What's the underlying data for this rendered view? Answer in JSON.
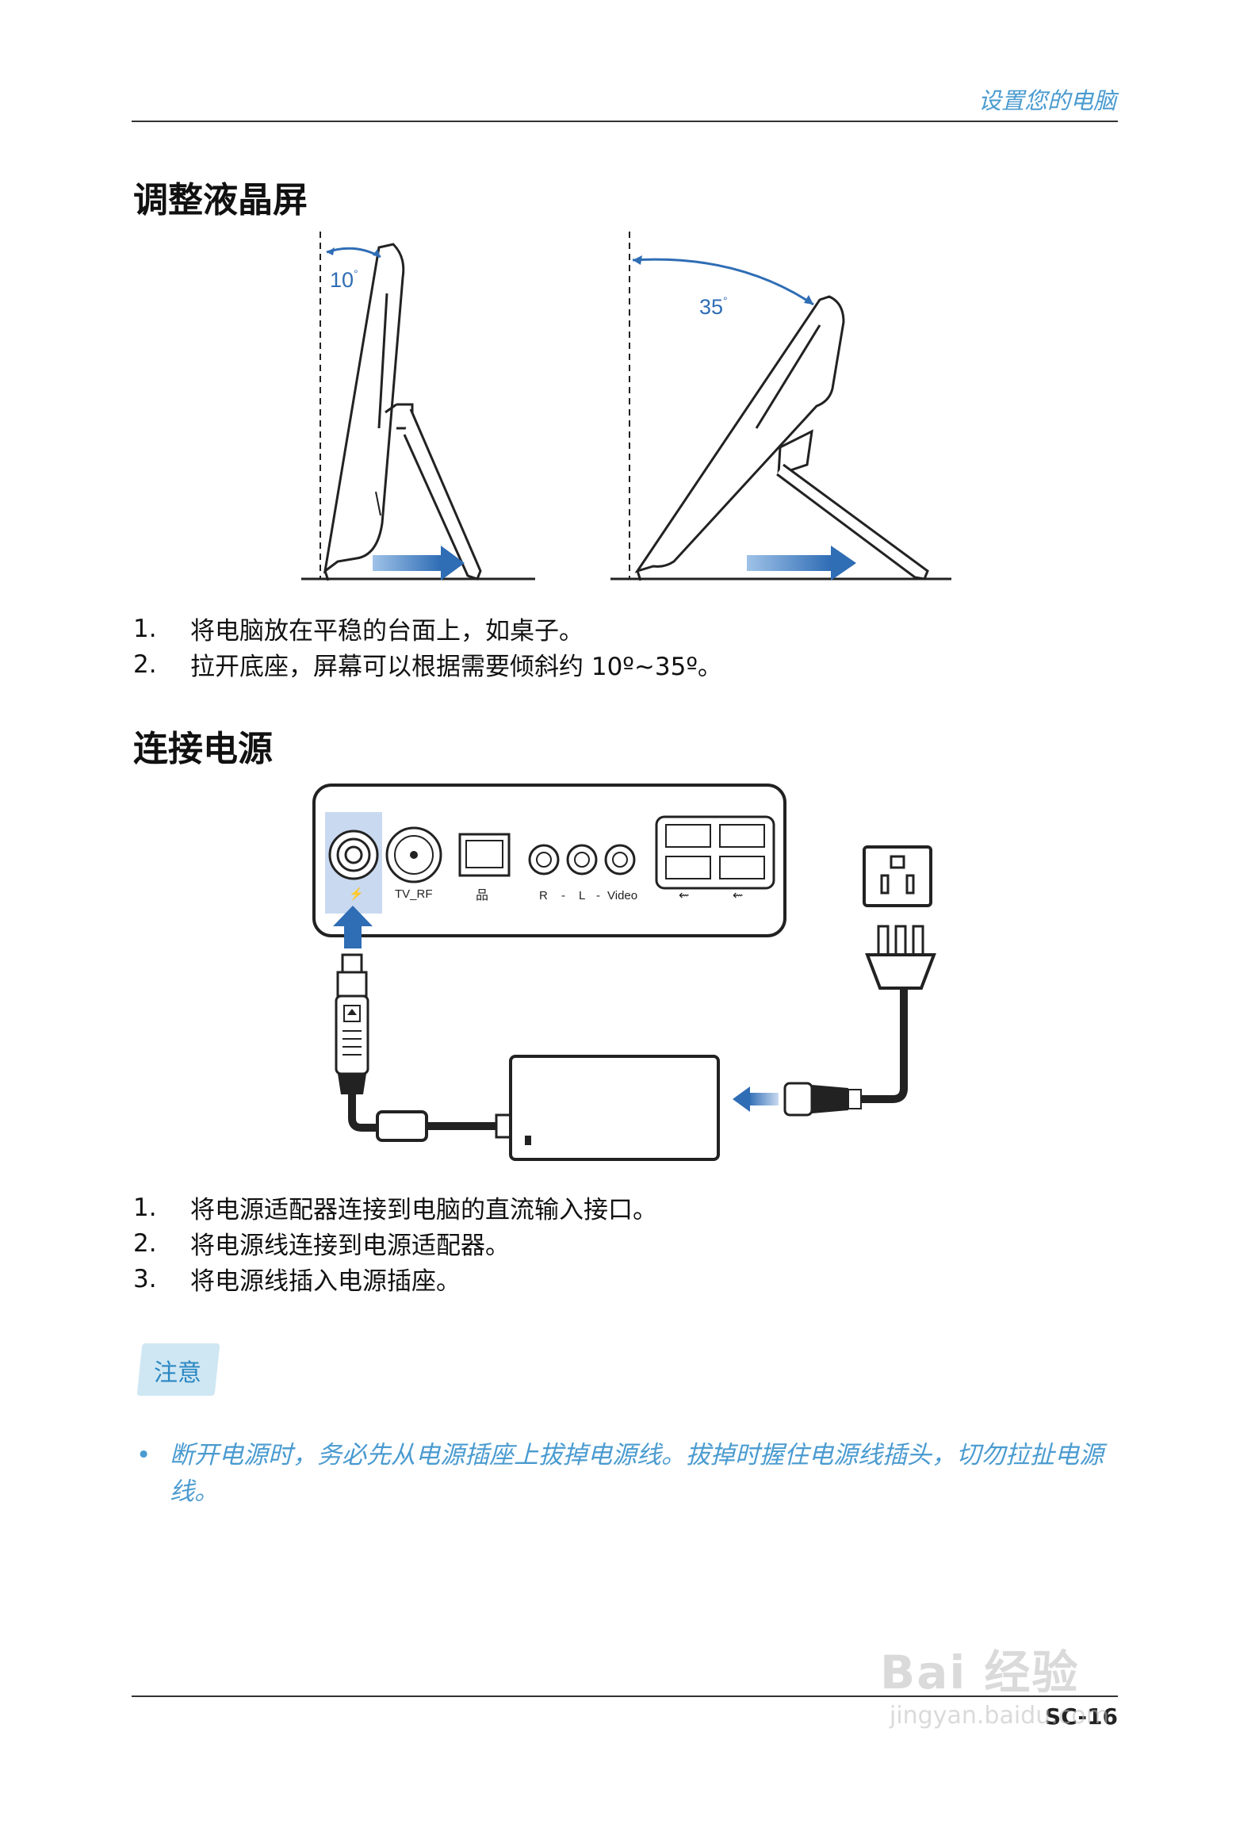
{
  "header": {
    "title": "设置您的电脑"
  },
  "section1": {
    "heading": "调整液晶屏",
    "angle_small": "10",
    "angle_large": "35",
    "steps": [
      {
        "num": "1.",
        "text": "将电脑放在平稳的台面上，如桌子。"
      },
      {
        "num": "2.",
        "text": "拉开底座，屏幕可以根据需要倾斜约 10º~35º。"
      }
    ]
  },
  "section2": {
    "heading": "连接电源",
    "port_labels": {
      "tv_rf": "TV_RF",
      "r": "R",
      "dash1": "-",
      "l": "L",
      "dash2": "-",
      "video": "Video"
    },
    "steps": [
      {
        "num": "1.",
        "text": "将电源适配器连接到电脑的直流输入接口。"
      },
      {
        "num": "2.",
        "text": "将电源线连接到电源适配器。"
      },
      {
        "num": "3.",
        "text": "将电源线插入电源插座。"
      }
    ]
  },
  "note": {
    "label": "注意",
    "items": [
      {
        "bullet": "•",
        "text": "断开电源时，务必先从电源插座上拔掉电源线。拔掉时握住电源线插头，切勿拉扯电源线。"
      }
    ]
  },
  "footer": {
    "page_number": "SC-16"
  },
  "watermark": {
    "brand_text": "Bai 经验",
    "url": "jingyan.baidu.com"
  },
  "colors": {
    "accent": "#4a9bd0",
    "arrow": "#2f6db5",
    "highlight": "#c9d9f0"
  }
}
